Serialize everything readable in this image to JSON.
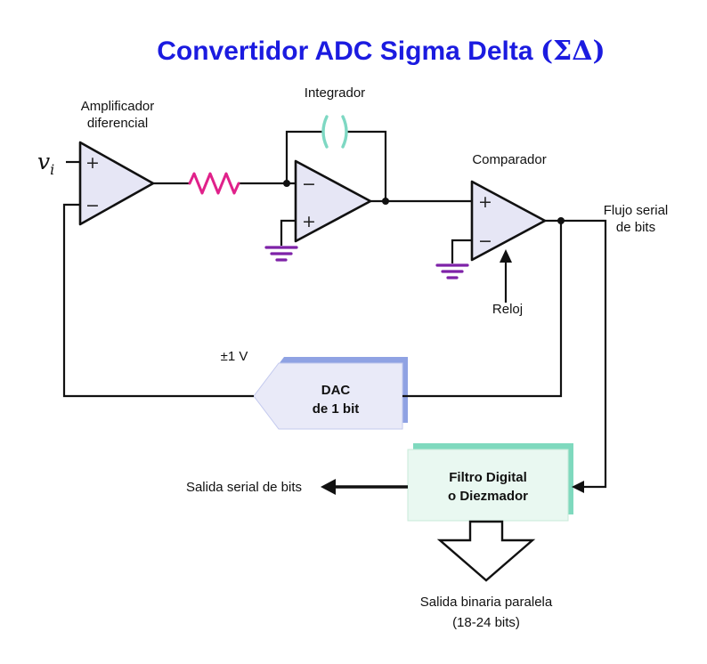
{
  "title": {
    "main": "Convertidor ADC Sigma Delta ",
    "math": "(ΣΔ)"
  },
  "blocks": {
    "amplifier": {
      "label_line1": "Amplificador",
      "label_line2": "diferencial",
      "plus": "+",
      "minus": "−"
    },
    "integrator": {
      "label": "Integrador",
      "plus": "+",
      "minus": "−"
    },
    "comparator": {
      "label": "Comparador",
      "plus": "+",
      "minus": "−"
    },
    "dac": {
      "line1": "DAC",
      "line2": "de 1 bit",
      "voltage": "±1 V"
    },
    "filter": {
      "line1": "Filtro Digital",
      "line2": "o Diezmador"
    }
  },
  "signals": {
    "input_symbol": "v",
    "input_subscript": "i",
    "clock": "Reloj",
    "serial_flow_line1": "Flujo serial",
    "serial_flow_line2": "de bits",
    "serial_out": "Salida serial de bits",
    "parallel_out_line1": "Salida binaria paralela",
    "parallel_out_line2": "(18-24 bits)"
  },
  "colors": {
    "title": "#1b1be0",
    "opamp_fill": "#e6e6f5",
    "resistor": "#e0218a",
    "capacitor": "#7ed8c3",
    "ground": "#7e22a8",
    "dac_shadow": "#8fa2e3",
    "dac_fill": "#e9eaf8",
    "filter_shadow": "#7fd9be",
    "filter_fill": "#e9f8f1",
    "wire": "#111111"
  }
}
